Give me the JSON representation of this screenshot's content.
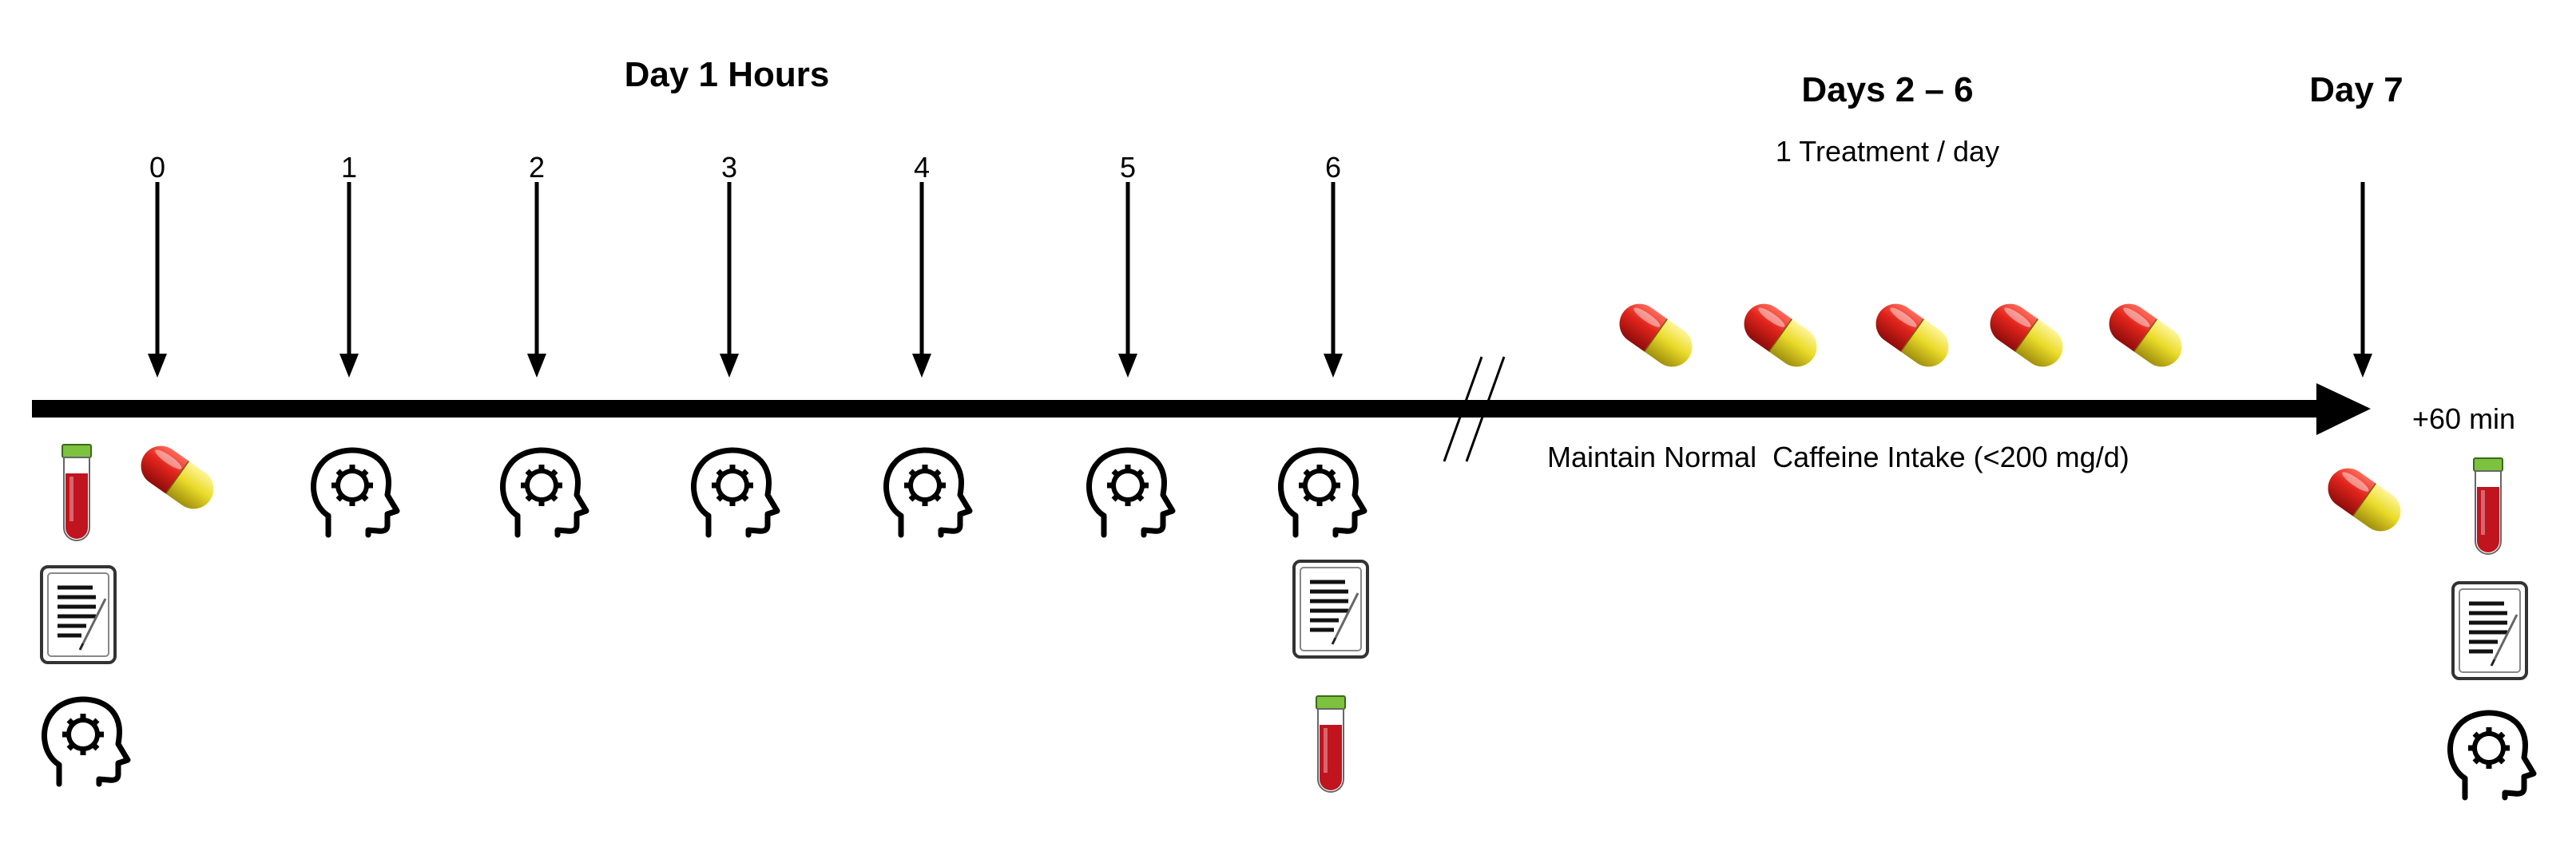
{
  "day1": {
    "title": "Day 1 Hours",
    "hours": [
      "0",
      "1",
      "2",
      "3",
      "4",
      "5",
      "6"
    ]
  },
  "days2to6": {
    "title": "Days 2 – 6",
    "subtitle": "1 Treatment / day",
    "capsule_count": 5
  },
  "day7": {
    "title": "Day 7",
    "post_dose_label": "+60 min"
  },
  "timeline": {
    "note": "Maintain Normal  Caffeine Intake (<200 mg/d)",
    "break_mark": "axis-break"
  },
  "icons": {
    "capsule": "capsule-icon",
    "blood_tube": "blood-tube-icon",
    "questionnaire": "questionnaire-icon",
    "cognitive_test": "head-gear-icon"
  },
  "colors": {
    "capsule_red": "#d7191c",
    "capsule_yellow": "#e8d21a",
    "blood": "#c0141e",
    "tube_cap": "#7cc23f",
    "arrow": "#000000"
  }
}
